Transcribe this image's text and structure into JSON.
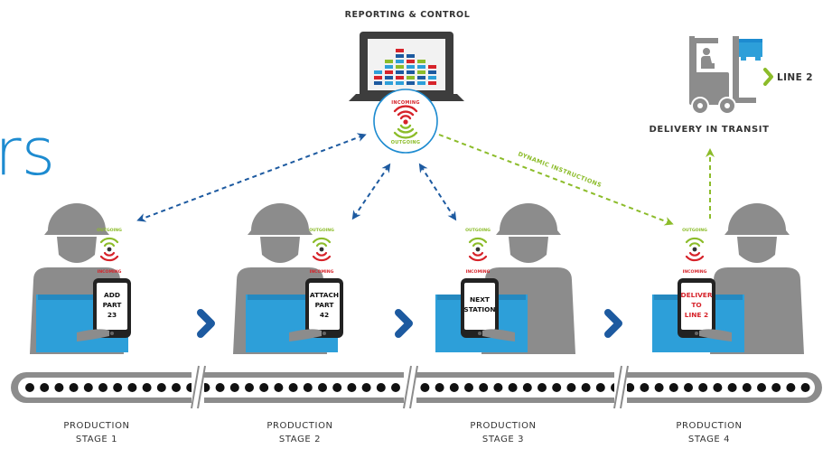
{
  "header": {
    "title": "REPORTING & CONTROL"
  },
  "partial_heading": "rs",
  "hub": {
    "incoming_label": "INCOMING",
    "outgoing_label": "OUTGOING"
  },
  "flow_label": "DYNAMIC INSTRUCTIONS",
  "delivery": {
    "label": "DELIVERY IN TRANSIT",
    "line_label": "LINE 2"
  },
  "stages": [
    {
      "screen_lines": [
        "ADD",
        "PART",
        "23"
      ],
      "caption_1": "PRODUCTION",
      "caption_2": "STAGE 1",
      "outgoing": "OUTGOING",
      "incoming": "INCOMING"
    },
    {
      "screen_lines": [
        "ATTACH",
        "PART",
        "42"
      ],
      "caption_1": "PRODUCTION",
      "caption_2": "STAGE 2",
      "outgoing": "OUTGOING",
      "incoming": "INCOMING"
    },
    {
      "screen_lines": [
        "NEXT",
        "STATION"
      ],
      "caption_1": "PRODUCTION",
      "caption_2": "STAGE 3",
      "outgoing": "OUTGOING",
      "incoming": "INCOMING"
    },
    {
      "screen_lines": [
        "DELIVER",
        "TO",
        "LINE 2"
      ],
      "caption_1": "PRODUCTION",
      "caption_2": "STAGE 4",
      "outgoing": "OUTGOING",
      "incoming": "INCOMING"
    }
  ],
  "colors": {
    "gray": "#8c8c8c",
    "dark": "#3a3a3a",
    "blue": "#2d9fd9",
    "navy": "#1d5aa0",
    "green": "#8cbc2a",
    "red": "#d6232a",
    "text": "#333333"
  },
  "icons": [
    "worker-icon",
    "tablet-icon",
    "laptop-icon",
    "wireless-signal-icon",
    "forklift-icon",
    "package-icon",
    "chevron-right-icon",
    "conveyor-belt"
  ]
}
